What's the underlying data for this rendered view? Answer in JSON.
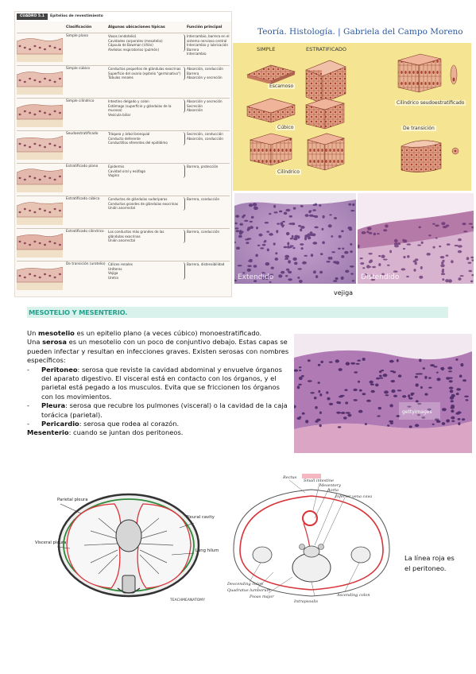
{
  "header": {
    "title": "Teoría. Histología. | Gabriela del Campo Moreno"
  },
  "table_figure": {
    "badge": "CUADRO 5.1",
    "title": "Epitelios de revestimiento",
    "columns": [
      "Clasificación",
      "Algunas ubicaciones típicas",
      "Función principal"
    ],
    "rows": [
      {
        "classification": "Simple plano",
        "locations": [
          "Vasos (endotelio)",
          "Cavidades corporales (mesotelio)",
          "Cápsula de Bowman (riñón)",
          "Alvéolos respiratorios (pulmón)"
        ],
        "function": [
          "Intercambio, barrera en el",
          "sistema nervioso central",
          "Intercambio y lubricación",
          "Barrera",
          "Intercambio"
        ]
      },
      {
        "classification": "Simple cúbico",
        "locations": [
          "Conductos pequeños de glándulas exocrinas",
          "Superficie del ovario (epitelio \"germinativo\")",
          "Túbulos renales"
        ],
        "function": [
          "Absorción, conducción",
          "Barrera",
          "Absorción y secreción"
        ]
      },
      {
        "classification": "Simple cilíndrico",
        "locations": [
          "Intestino delgado y colon",
          "Estómago (superficie y glándulas de la mucosa)",
          "Vesícula biliar"
        ],
        "function": [
          "Absorción y secreción",
          "Secreción",
          "Absorción"
        ]
      },
      {
        "classification": "Seudoestratificado",
        "locations": [
          "Tráquea y árbol bronquial",
          "Conducto deferente",
          "Conductillos eferentes del epidídimo"
        ],
        "function": [
          "Secreción, conducción",
          "Absorción, conducción"
        ]
      },
      {
        "classification": "Estratificado plano",
        "locations": [
          "Epidermis",
          "Cavidad oral y esófago",
          "Vagina"
        ],
        "function": [
          "Barrera, protección"
        ]
      },
      {
        "classification": "Estratificado cúbico",
        "locations": [
          "Conductos de glándulas sudoríparas",
          "Conductos grandes de glándulas exocrinas",
          "Unión anorrectal"
        ],
        "function": [
          "Barrera, conducción"
        ]
      },
      {
        "classification": "Estratificado cilíndrico",
        "locations": [
          "Los conductos más grandes de las",
          "glándulas exocrinas",
          "Unión anorrectal"
        ],
        "function": [
          "Barrera, conducción"
        ]
      },
      {
        "classification": "De transición (urotelio)",
        "locations": [
          "Cálices renales",
          "Uréteres",
          "Vejiga",
          "Uretra"
        ],
        "function": [
          "Barrera, distensibilidad"
        ]
      }
    ]
  },
  "epithelia_figure": {
    "labels": {
      "simple": "SIMPLE",
      "stratified": "ESTRATIFICADO",
      "squamous": "Escamoso",
      "cuboidal": "Cúbico",
      "columnar": "Cilíndrico",
      "pseudostratified": "Cilíndrico seudoestratificado",
      "transitional": "De transición"
    }
  },
  "micrographs": {
    "left_overlay": "Extendido",
    "right_overlay": "Distendido",
    "caption": "vejiga"
  },
  "section": {
    "title": "MESOTELIO Y MESENTERIO."
  },
  "body": {
    "p1_pre": "Un ",
    "p1_bold": "mesotelio",
    "p1_post": " es un epitelio plano (a veces cúbico) monoestratificado.",
    "p2_pre": "Una ",
    "p2_bold": "serosa",
    "p2_post": " es un mesotelio con un poco de conjuntivo debajo. Estas capas se pueden infectar y resultan en infecciones graves. Existen serosas con nombres específicos:",
    "dash": "-",
    "b1_bold": "Peritoneo",
    "b1_text": ": serosa que reviste la cavidad abdominal y envuelve órganos del aparato digestivo. El visceral está en contacto con los órganos, y el parietal está pegado a los musculos. Evita que se friccionen los órganos con los movimientos.",
    "b2_bold": "Pleura",
    "b2_text": ": serosa que recubre los pulmones (visceral) o la cavidad de la caja torácica (parietal).",
    "b3_bold": "Pericardio",
    "b3_text": ": serosa que rodea al corazón.",
    "p3_bold": "Mesenterio",
    "p3_post": ": cuando se juntan dos peritoneos."
  },
  "micrograph3": {
    "watermark": "gettyimages"
  },
  "thorax_diagram": {
    "labels": [
      "Parietal pleura",
      "Visceral pleura",
      "Pleural cavity",
      "Lung hilum"
    ],
    "watermark": "TEACHMEANATOMY"
  },
  "abdomen_diagram": {
    "labels": [
      "Rectus",
      "Small intestine",
      "Mesentery",
      "Aorta",
      "Inferior vena cava",
      "Descending colon",
      "Quadratus lumborum",
      "Psoas major",
      "Intrapsoalis",
      "Ascending colon"
    ]
  },
  "red_note": {
    "text": "La línea roja es el peritoneo."
  },
  "colors": {
    "section_text": "#24a08d",
    "section_bar": "#d9f2ec",
    "header_text": "#2c5aa0",
    "peritoneum_line": "#d9343a",
    "figure_bg": "#f5e592"
  }
}
